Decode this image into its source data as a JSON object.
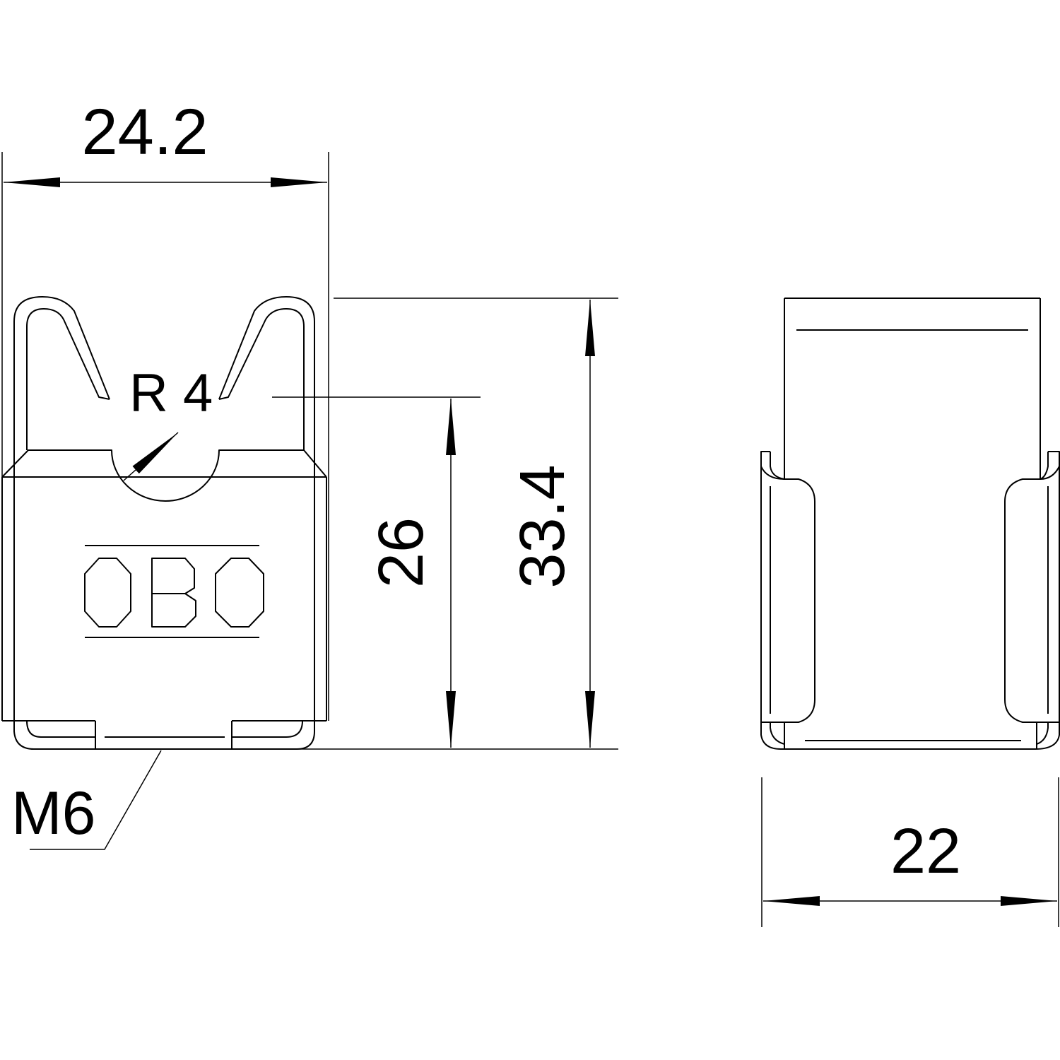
{
  "drawing": {
    "logo_text": "OBO",
    "front_view": {
      "width_dim": "24.2",
      "radius_label": "R 4",
      "height_inner_dim": "26",
      "height_total_dim": "33.4",
      "thread_label": "M6"
    },
    "side_view": {
      "width_dim": "22"
    }
  }
}
